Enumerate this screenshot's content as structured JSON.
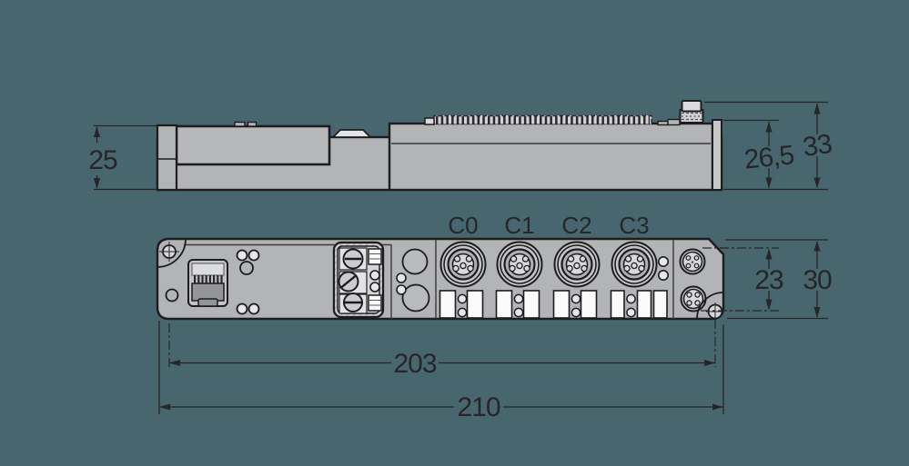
{
  "canvas": {
    "background": "#48666d",
    "width": "999",
    "height": "513"
  },
  "palette": {
    "body": "#b3b4b6",
    "body_light": "#c6c7c9",
    "face_light": "#d8d9db",
    "white_window": "#fbfbfc",
    "rj45_dark": "#949597",
    "outline": "#1d1d20",
    "dimension": "#26262a"
  },
  "top_view": {
    "label": "side-profile-view",
    "dim_height_front": "25",
    "dim_height_body": "26,5",
    "dim_height_total": "33"
  },
  "front_view": {
    "label": "front-view",
    "connector_labels": [
      "C0",
      "C1",
      "C2",
      "C3"
    ],
    "dim_hole_vertical": "23",
    "dim_height": "30",
    "dim_hole_spacing": "203",
    "dim_width": "210"
  }
}
